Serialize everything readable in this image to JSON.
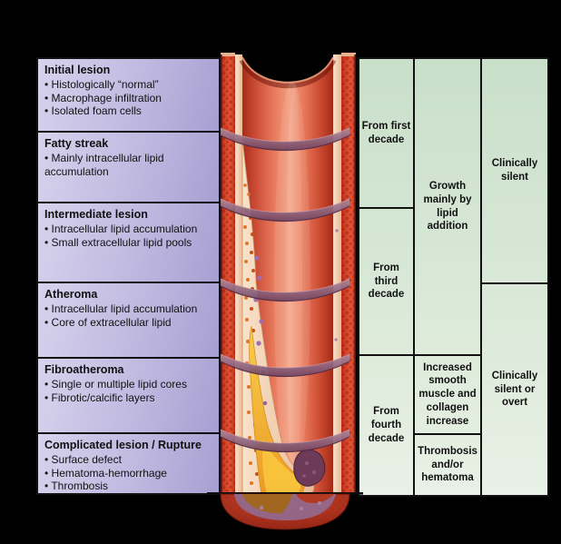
{
  "theme": {
    "purple_light": "#d6d3ed",
    "purple_dark": "#a79fd2",
    "green_dark": "#c9dfca",
    "green_light": "#e8f1e6",
    "line_color": "#111111",
    "artery_red": "#d64329",
    "intima_cream": "#f2d5ba",
    "ring_purple": "#8a5a74",
    "plaque_yellow": "#f3c23b",
    "thrombus_purple": "#6d3a57"
  },
  "stages": [
    {
      "title": "Initial lesion",
      "bullets": [
        "• Histologically “normal”",
        "• Macrophage infiltration",
        "• Isolated foam cells"
      ]
    },
    {
      "title": "Fatty streak",
      "bullets": [
        "• Mainly intracellular lipid accumulation"
      ]
    },
    {
      "title": "Intermediate lesion",
      "bullets": [
        "• Intracellular lipid accumulation",
        "• Small extracellular lipid pools"
      ]
    },
    {
      "title": "Atheroma",
      "bullets": [
        "• Intracellular lipid accumulation",
        "• Core of extracellular lipid"
      ]
    },
    {
      "title": "Fibroatheroma",
      "bullets": [
        "• Single or multiple lipid cores",
        "• Fibrotic/calcific layers"
      ]
    },
    {
      "title": "Complicated lesion / Rupture",
      "bullets": [
        "• Surface defect",
        "• Hematoma-hemorrhage",
        "• Thrombosis"
      ]
    }
  ],
  "timeline": {
    "rows": [
      "From first decade",
      "From third decade",
      "From fourth decade"
    ]
  },
  "process": {
    "rows": [
      "Growth mainly by lipid addition",
      "Increased smooth muscle and collagen increase",
      "Thrombosis and/or hematoma"
    ]
  },
  "outcome": {
    "rows": [
      "Clinically silent",
      "Clinically silent or overt"
    ]
  }
}
